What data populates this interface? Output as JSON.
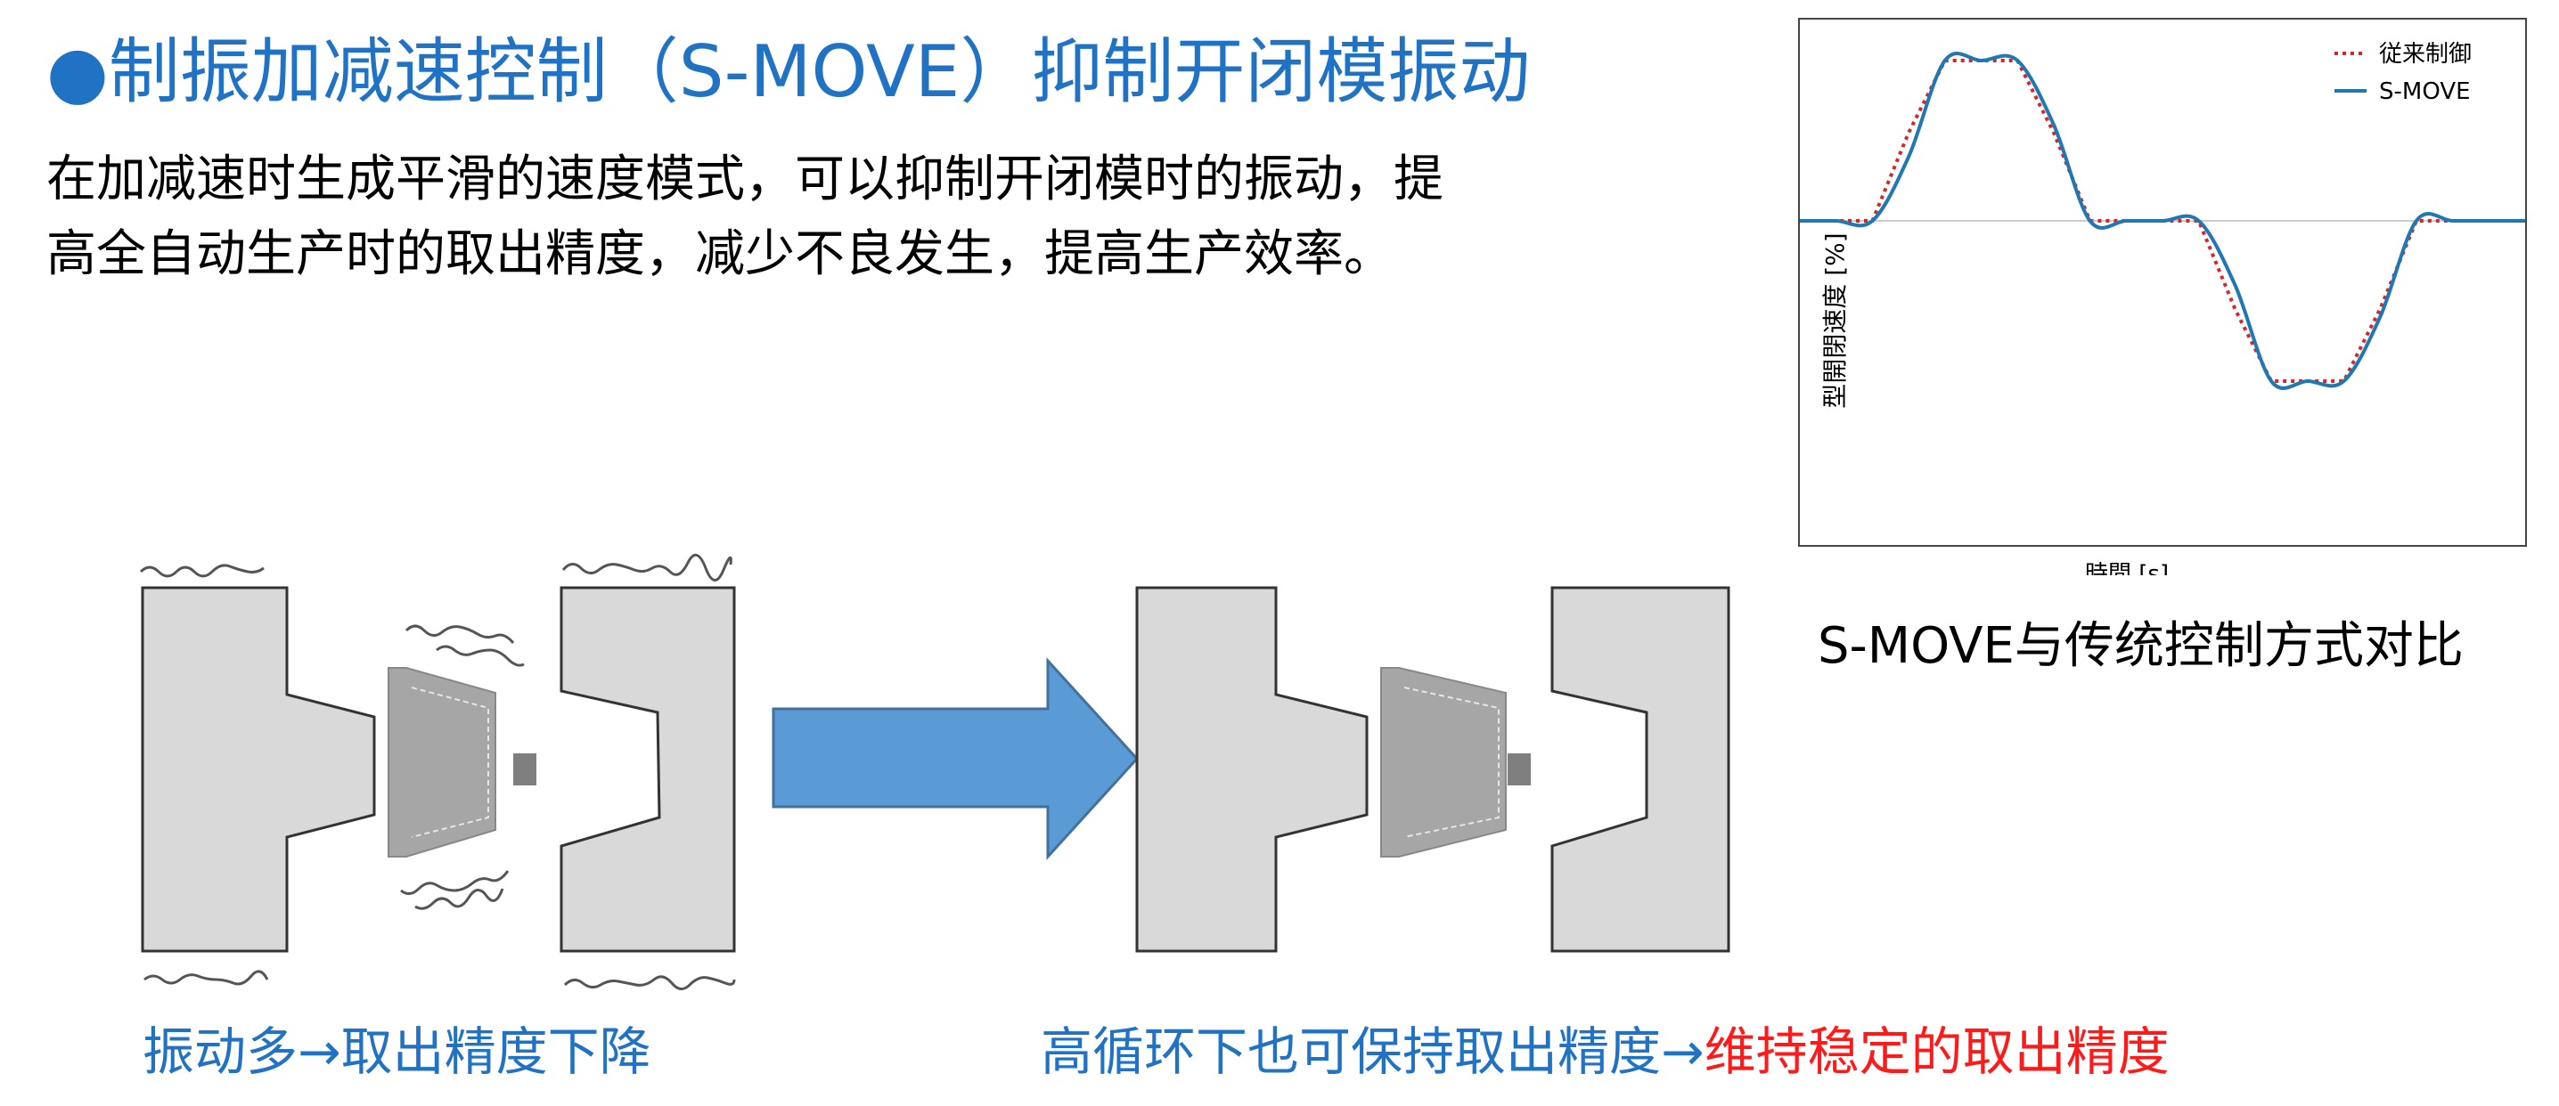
{
  "heading": {
    "bullet": "●",
    "text": "制振加减速控制（S-MOVE）抑制开闭模振动"
  },
  "description": {
    "line1": "在加减速时生成平滑的速度模式，可以抑制开闭模时的振动，提",
    "line2": "高全自动生产时的取出精度，减少不良发生，提高生产效率。"
  },
  "chart_data": {
    "type": "line",
    "title": "",
    "xlabel": "時間 [s]",
    "ylabel": "型開閉速度 [%]",
    "legend_position": "top-right",
    "x": [
      0,
      1,
      2,
      3,
      4,
      5,
      6,
      7,
      8,
      9,
      10,
      11,
      12,
      13,
      14,
      15,
      16,
      17,
      18,
      19,
      20
    ],
    "series": [
      {
        "name": "従来制御",
        "color": "#d62728",
        "style": "dotted",
        "values": [
          0,
          0,
          0,
          0.55,
          1,
          1,
          1,
          0.55,
          0,
          0,
          0,
          0,
          -0.55,
          -1,
          -1,
          -1,
          -0.55,
          0,
          0,
          0,
          0
        ]
      },
      {
        "name": "S-MOVE",
        "color": "#1f77b4",
        "style": "solid",
        "values": [
          0,
          0,
          0,
          0.4,
          1,
          1,
          1,
          0.6,
          0,
          0,
          0,
          0,
          -0.4,
          -1,
          -1,
          -1,
          -0.6,
          0,
          0,
          0,
          0
        ]
      }
    ],
    "ylim": [
      -2,
      1.2
    ],
    "grid": false
  },
  "chart_caption": "S-MOVE与传统控制方式对比",
  "captions": {
    "left": "振动多→取出精度下降",
    "right_blue": "高循环下也可保持取出精度→",
    "right_red": "维持稳定的取出精度"
  },
  "colors": {
    "heading_blue": "#1f72c4",
    "arrow_blue": "#5b9bd5",
    "mold_gray": "#d9d9d9",
    "part_gray": "#a6a6a6",
    "warn_red": "#ff1a1a"
  }
}
